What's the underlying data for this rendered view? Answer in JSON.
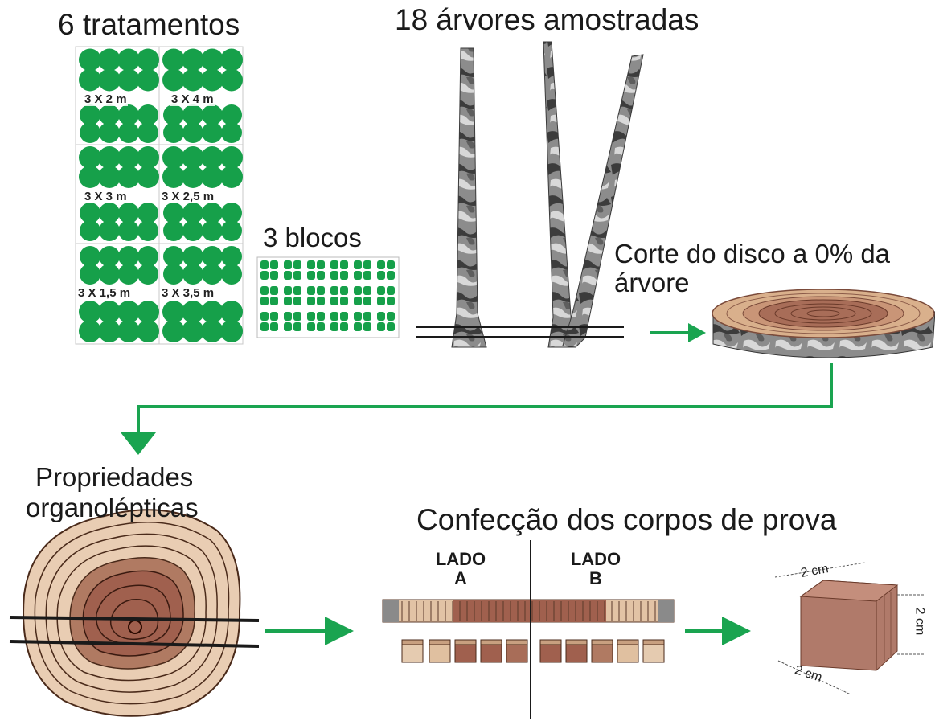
{
  "titles": {
    "treatments": "6 tratamentos",
    "trees": "18 árvores amostradas",
    "blocks": "3 blocos",
    "disc_cut_line1": "Corte do disco a 0% da",
    "disc_cut_line2": "árvore",
    "organoleptic_line1": "Propriedades",
    "organoleptic_line2": "organolépticas",
    "specimens": "Confecção dos corpos de prova"
  },
  "plots": [
    "3 X 2 m",
    "3 X 4 m",
    "3 X 3 m",
    "3 X 2,5 m",
    "3 X 1,5 m",
    "3 X 3,5 m"
  ],
  "sides": {
    "a_line1": "LADO",
    "a_line2": "A",
    "b_line1": "LADO",
    "b_line2": "B"
  },
  "cube": {
    "top": "2 cm",
    "right": "2 cm",
    "bottom": "2 cm"
  },
  "colors": {
    "arrow": "#1aa450",
    "canopy": "#16a04a",
    "heartwood": "#a0604e",
    "sapwood": "#e8c7a8",
    "bark": "#5a5a5a"
  }
}
